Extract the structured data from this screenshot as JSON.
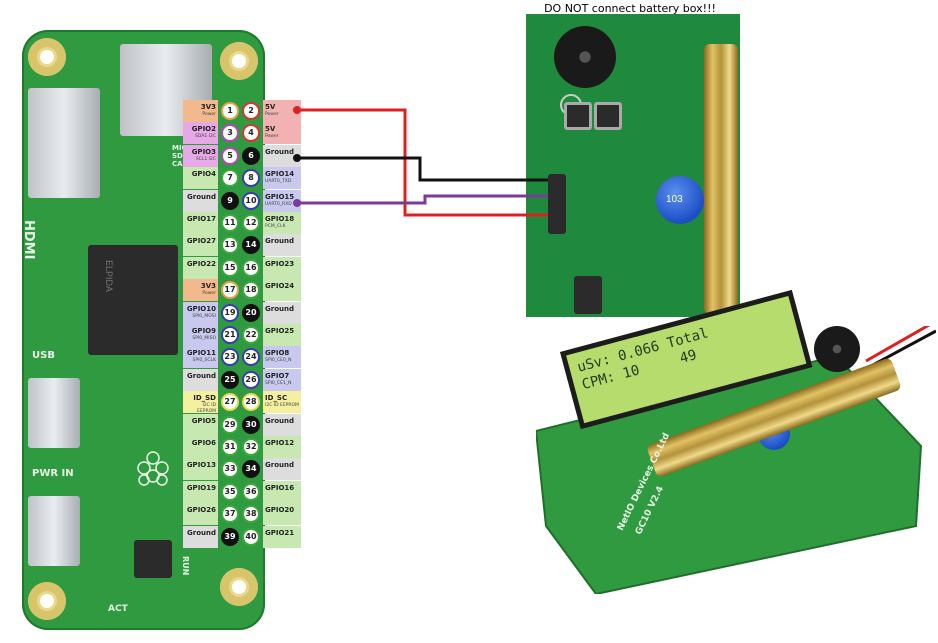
{
  "warning": "DO NOT connect battery box!!!",
  "colors": {
    "red_wire": "#e02020",
    "black_wire": "#111111",
    "purple_wire": "#7a3a9a",
    "board_green": "#2f9a3f"
  },
  "pi_labels": {
    "hdmi": "HDMI",
    "usb": "USB",
    "pwr_in": "PWR IN",
    "micro_sd": "MICRO SD CARD",
    "chip": "ELPIDA",
    "act": "ACT",
    "run": "RUN"
  },
  "gpio": [
    {
      "left": "3V3",
      "lsub": "Power",
      "lc": "#f2b98d",
      "a": "1",
      "ac": "#e8a04a",
      "b": "2",
      "bc": "#e03030",
      "right": "5V",
      "rsub": "Power",
      "rc": "#f2b2b2"
    },
    {
      "left": "GPIO2",
      "lsub": "SDA1 I2C",
      "lc": "#e6a9e6",
      "a": "3",
      "ac": "#b646b6",
      "b": "4",
      "bc": "#e03030",
      "right": "5V",
      "rsub": "Power",
      "rc": "#f2b2b2"
    },
    {
      "left": "GPIO3",
      "lsub": "SCL1 I2C",
      "lc": "#e6a9e6",
      "a": "5",
      "ac": "#b646b6",
      "b": "6",
      "bc": "gnd",
      "right": "Ground",
      "rsub": "",
      "rc": "#dddddd"
    },
    {
      "left": "GPIO4",
      "lsub": "",
      "lc": "#c7e8b0",
      "a": "7",
      "ac": "#3aa83a",
      "b": "8",
      "bc": "#3a3ab0",
      "right": "GPIO14",
      "rsub": "UART0_TXD",
      "rc": "#c9c9ef"
    },
    {
      "left": "Ground",
      "lsub": "",
      "lc": "#dddddd",
      "a": "9",
      "ac": "gnd",
      "b": "10",
      "bc": "#3a3ab0",
      "right": "GPIO15",
      "rsub": "UART0_RXD",
      "rc": "#c9c9ef"
    },
    {
      "left": "GPIO17",
      "lsub": "",
      "lc": "#c7e8b0",
      "a": "11",
      "ac": "#3aa83a",
      "b": "12",
      "bc": "#3aa83a",
      "right": "GPIO18",
      "rsub": "PCM_CLK",
      "rc": "#c7e8b0"
    },
    {
      "left": "GPIO27",
      "lsub": "",
      "lc": "#c7e8b0",
      "a": "13",
      "ac": "#3aa83a",
      "b": "14",
      "bc": "gnd",
      "right": "Ground",
      "rsub": "",
      "rc": "#dddddd"
    },
    {
      "left": "GPIO22",
      "lsub": "",
      "lc": "#c7e8b0",
      "a": "15",
      "ac": "#3aa83a",
      "b": "16",
      "bc": "#3aa83a",
      "right": "GPIO23",
      "rsub": "",
      "rc": "#c7e8b0"
    },
    {
      "left": "3V3",
      "lsub": "Power",
      "lc": "#f2b98d",
      "a": "17",
      "ac": "#e8a04a",
      "b": "18",
      "bc": "#3aa83a",
      "right": "GPIO24",
      "rsub": "",
      "rc": "#c7e8b0"
    },
    {
      "left": "GPIO10",
      "lsub": "SPI0_MOSI",
      "lc": "#c9c9ef",
      "a": "19",
      "ac": "#3a3ab0",
      "b": "20",
      "bc": "gnd",
      "right": "Ground",
      "rsub": "",
      "rc": "#dddddd"
    },
    {
      "left": "GPIO9",
      "lsub": "SPI0_MISO",
      "lc": "#c9c9ef",
      "a": "21",
      "ac": "#3a3ab0",
      "b": "22",
      "bc": "#3aa83a",
      "right": "GPIO25",
      "rsub": "",
      "rc": "#c7e8b0"
    },
    {
      "left": "GPIO11",
      "lsub": "SPI0_SCLK",
      "lc": "#c9c9ef",
      "a": "23",
      "ac": "#3a3ab0",
      "b": "24",
      "bc": "#3a3ab0",
      "right": "GPIO8",
      "rsub": "SPI0_CE0_N",
      "rc": "#c9c9ef"
    },
    {
      "left": "Ground",
      "lsub": "",
      "lc": "#dddddd",
      "a": "25",
      "ac": "gnd",
      "b": "26",
      "bc": "#3a3ab0",
      "right": "GPIO7",
      "rsub": "SPI0_CE1_N",
      "rc": "#c9c9ef"
    },
    {
      "left": "ID_SD",
      "lsub": "I2C ID EEPROM",
      "lc": "#f4f0a0",
      "a": "27",
      "ac": "#e8d84a",
      "b": "28",
      "bc": "#e8d84a",
      "right": "ID_SC",
      "rsub": "I2C ID EEPROM",
      "rc": "#f4f0a0"
    },
    {
      "left": "GPIO5",
      "lsub": "",
      "lc": "#c7e8b0",
      "a": "29",
      "ac": "#3aa83a",
      "b": "30",
      "bc": "gnd",
      "right": "Ground",
      "rsub": "",
      "rc": "#dddddd"
    },
    {
      "left": "GPIO6",
      "lsub": "",
      "lc": "#c7e8b0",
      "a": "31",
      "ac": "#3aa83a",
      "b": "32",
      "bc": "#3aa83a",
      "right": "GPIO12",
      "rsub": "",
      "rc": "#c7e8b0"
    },
    {
      "left": "GPIO13",
      "lsub": "",
      "lc": "#c7e8b0",
      "a": "33",
      "ac": "#3aa83a",
      "b": "34",
      "bc": "gnd",
      "right": "Ground",
      "rsub": "",
      "rc": "#dddddd"
    },
    {
      "left": "GPIO19",
      "lsub": "",
      "lc": "#c7e8b0",
      "a": "35",
      "ac": "#3aa83a",
      "b": "36",
      "bc": "#3aa83a",
      "right": "GPIO16",
      "rsub": "",
      "rc": "#c7e8b0"
    },
    {
      "left": "GPIO26",
      "lsub": "",
      "lc": "#c7e8b0",
      "a": "37",
      "ac": "#3aa83a",
      "b": "38",
      "bc": "#3aa83a",
      "right": "GPIO20",
      "rsub": "",
      "rc": "#c7e8b0"
    },
    {
      "left": "Ground",
      "lsub": "",
      "lc": "#dddddd",
      "a": "39",
      "ac": "gnd",
      "b": "40",
      "bc": "#3aa83a",
      "right": "GPIO21",
      "rsub": "",
      "rc": "#c7e8b0"
    }
  ],
  "lcd": {
    "line1": "uSv: 0.066 Total",
    "line2": "CPM: 10     49"
  },
  "detector": {
    "silk1": "NetIO Devices Co.Ltd",
    "silk2": "GC10 V2.4",
    "cap": "103"
  }
}
